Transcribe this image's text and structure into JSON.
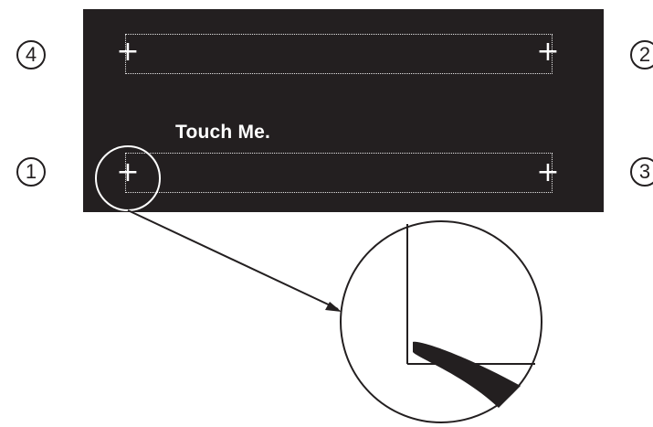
{
  "screen": {
    "touch_label": "Touch Me.",
    "background_color": "#231f20",
    "foreground_color": "#ffffff"
  },
  "steps": [
    {
      "label": "4",
      "symbol": "④"
    },
    {
      "label": "2",
      "symbol": "②"
    },
    {
      "label": "1",
      "symbol": "①"
    },
    {
      "label": "3",
      "symbol": "③"
    }
  ],
  "crosshair_symbol": "+",
  "zoom_callout": {
    "description_color": "#231f20",
    "stylus_color": "#231f20"
  }
}
